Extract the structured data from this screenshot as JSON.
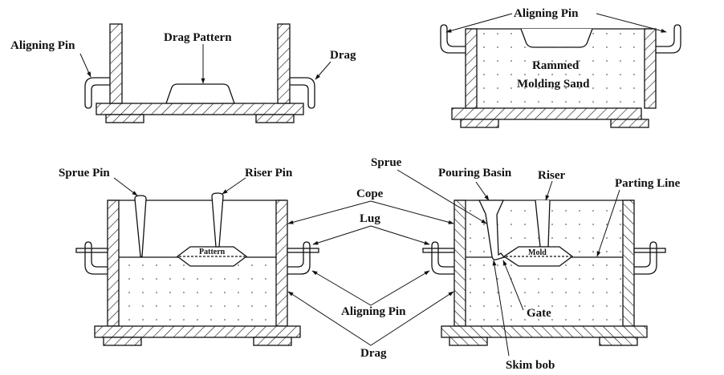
{
  "title": "Sand mold preparation: drag, cope and assembled mold",
  "colors": {
    "line": "#111111",
    "background": "#ffffff"
  },
  "panels": {
    "drag_with_pattern": {
      "labels": {
        "aligning_pin": "Aligning Pin",
        "drag_pattern": "Drag Pattern",
        "drag": "Drag"
      }
    },
    "rammed_drag": {
      "labels": {
        "aligning_pin": "Aligning Pin",
        "sand_line1": "Rammed",
        "sand_line2": "Molding Sand"
      }
    },
    "cope_with_pins": {
      "labels": {
        "sprue_pin": "Sprue Pin",
        "riser_pin": "Riser Pin",
        "pattern": "Pattern"
      }
    },
    "shared": {
      "labels": {
        "cope": "Cope",
        "lug": "Lug",
        "aligning_pin": "Aligning Pin",
        "drag": "Drag"
      }
    },
    "finished_mold": {
      "labels": {
        "sprue": "Sprue",
        "pouring_basin": "Pouring Basin",
        "riser": "Riser",
        "parting_line": "Parting Line",
        "mold": "Mold",
        "gate": "Gate",
        "skim_bob": "Skim bob"
      }
    }
  }
}
